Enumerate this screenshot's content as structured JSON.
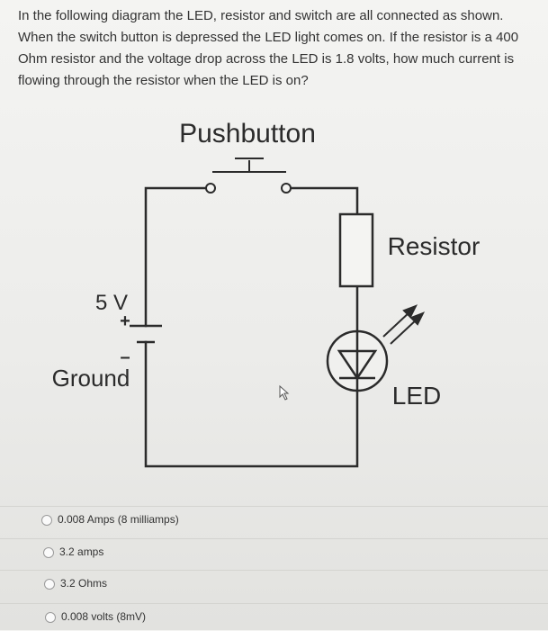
{
  "question": {
    "lines": [
      "In the following diagram the LED, resistor and switch are all connected as shown.",
      "When the switch button is depressed the LED light comes on.  If the resistor is a 400",
      "Ohm resistor and the voltage drop across the LED is 1.8 volts, how much current is",
      "flowing through the resistor when the LED is on?"
    ]
  },
  "diagram": {
    "pushbutton_label": "Pushbutton",
    "resistor_label": "Resistor",
    "led_label": "LED",
    "voltage_label": "5 V",
    "plus_sign": "+",
    "minus_sign": "–",
    "ground_label": "Ground"
  },
  "answers": [
    {
      "label": "0.008 Amps (8 milliamps)",
      "selected": false
    },
    {
      "label": "3.2 amps",
      "selected": false
    },
    {
      "label": "3.2 Ohms",
      "selected": false
    },
    {
      "label": "0.008 volts (8mV)",
      "selected": false
    }
  ]
}
